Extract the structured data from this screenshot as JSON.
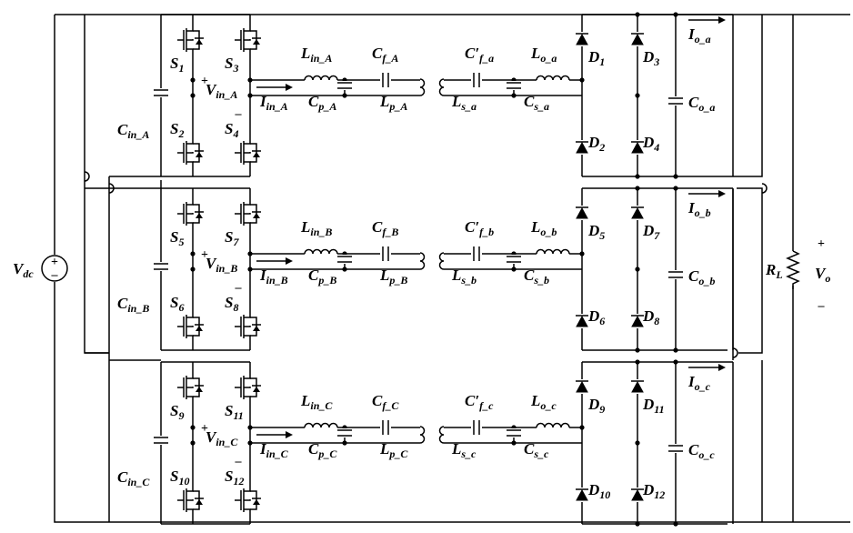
{
  "source": {
    "label": "V",
    "sub": "dc"
  },
  "output": {
    "load_label": "R",
    "load_sub": "L",
    "vout_label": "V",
    "vout_sub": "o",
    "plus": "+",
    "minus": "–"
  },
  "modules": [
    {
      "id": "A",
      "cin": {
        "b": "C",
        "s": "in_A"
      },
      "sw": [
        {
          "b": "S",
          "s": "1"
        },
        {
          "b": "S",
          "s": "2"
        },
        {
          "b": "S",
          "s": "3"
        },
        {
          "b": "S",
          "s": "4"
        }
      ],
      "vin": {
        "b": "V",
        "s": "in_A"
      },
      "iin": {
        "b": "I",
        "s": "in_A"
      },
      "lin": {
        "b": "L",
        "s": "in_A"
      },
      "cf": {
        "b": "C",
        "s": "f_A"
      },
      "cp": {
        "b": "C",
        "s": "p_A"
      },
      "lp": {
        "b": "L",
        "s": "p_A"
      },
      "cfp": {
        "b": "C′",
        "s": "f_a"
      },
      "lo": {
        "b": "L",
        "s": "o_a"
      },
      "ls": {
        "b": "L",
        "s": "s_a"
      },
      "cs": {
        "b": "C",
        "s": "s_a"
      },
      "d": [
        {
          "b": "D",
          "s": "1"
        },
        {
          "b": "D",
          "s": "2"
        },
        {
          "b": "D",
          "s": "3"
        },
        {
          "b": "D",
          "s": "4"
        }
      ],
      "co": {
        "b": "C",
        "s": "o_a"
      },
      "io": {
        "b": "I",
        "s": "o_a"
      },
      "plus": "+",
      "minus": "–"
    },
    {
      "id": "B",
      "cin": {
        "b": "C",
        "s": "in_B"
      },
      "sw": [
        {
          "b": "S",
          "s": "5"
        },
        {
          "b": "S",
          "s": "6"
        },
        {
          "b": "S",
          "s": "7"
        },
        {
          "b": "S",
          "s": "8"
        }
      ],
      "vin": {
        "b": "V",
        "s": "in_B"
      },
      "iin": {
        "b": "I",
        "s": "in_B"
      },
      "lin": {
        "b": "L",
        "s": "in_B"
      },
      "cf": {
        "b": "C",
        "s": "f_B"
      },
      "cp": {
        "b": "C",
        "s": "p_B"
      },
      "lp": {
        "b": "L",
        "s": "p_B"
      },
      "cfp": {
        "b": "C′",
        "s": "f_b"
      },
      "lo": {
        "b": "L",
        "s": "o_b"
      },
      "ls": {
        "b": "L",
        "s": "s_b"
      },
      "cs": {
        "b": "C",
        "s": "s_b"
      },
      "d": [
        {
          "b": "D",
          "s": "5"
        },
        {
          "b": "D",
          "s": "6"
        },
        {
          "b": "D",
          "s": "7"
        },
        {
          "b": "D",
          "s": "8"
        }
      ],
      "co": {
        "b": "C",
        "s": "o_b"
      },
      "io": {
        "b": "I",
        "s": "o_b"
      },
      "plus": "+",
      "minus": "–"
    },
    {
      "id": "C",
      "cin": {
        "b": "C",
        "s": "in_C"
      },
      "sw": [
        {
          "b": "S",
          "s": "9"
        },
        {
          "b": "S",
          "s": "10"
        },
        {
          "b": "S",
          "s": "11"
        },
        {
          "b": "S",
          "s": "12"
        }
      ],
      "vin": {
        "b": "V",
        "s": "in_C"
      },
      "iin": {
        "b": "I",
        "s": "in_C"
      },
      "lin": {
        "b": "L",
        "s": "in_C"
      },
      "cf": {
        "b": "C",
        "s": "f_C"
      },
      "cp": {
        "b": "C",
        "s": "p_C"
      },
      "lp": {
        "b": "L",
        "s": "p_C"
      },
      "cfp": {
        "b": "C′",
        "s": "f_c"
      },
      "lo": {
        "b": "L",
        "s": "o_c"
      },
      "ls": {
        "b": "L",
        "s": "s_c"
      },
      "cs": {
        "b": "C",
        "s": "s_c"
      },
      "d": [
        {
          "b": "D",
          "s": "9"
        },
        {
          "b": "D",
          "s": "10"
        },
        {
          "b": "D",
          "s": "11"
        },
        {
          "b": "D",
          "s": "12"
        }
      ],
      "co": {
        "b": "C",
        "s": "o_c"
      },
      "io": {
        "b": "I",
        "s": "o_c"
      },
      "plus": "+",
      "minus": "–"
    }
  ]
}
